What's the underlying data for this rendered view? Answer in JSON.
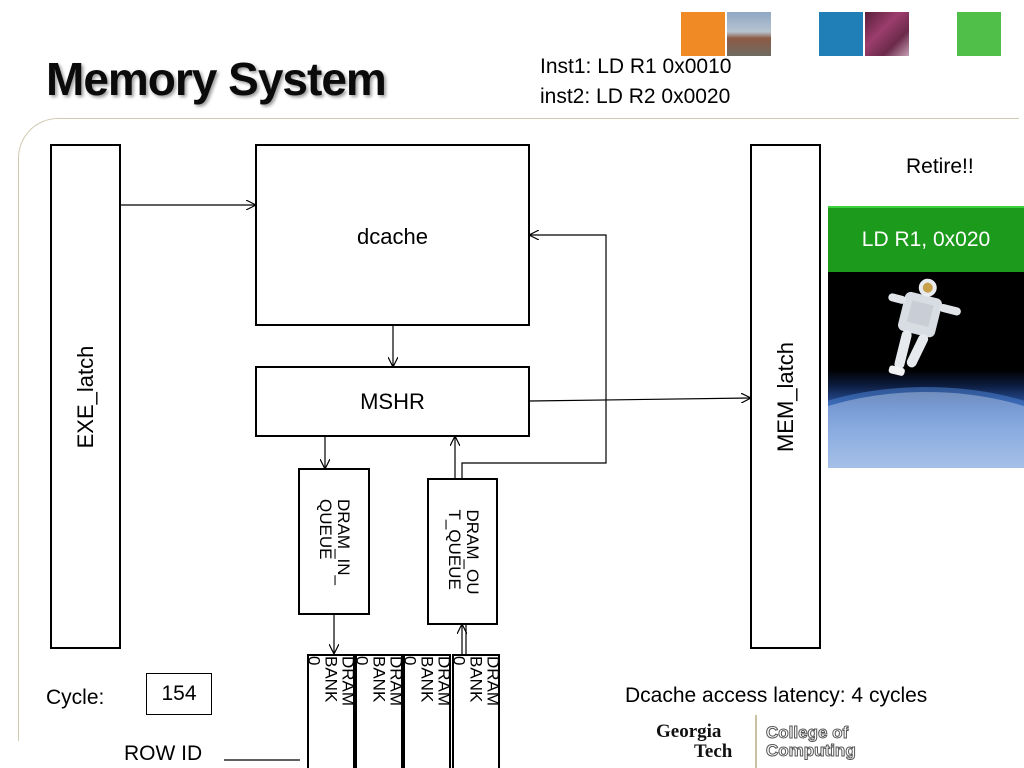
{
  "title": "Memory System",
  "instructions": [
    "Inst1: LD R1 0x0010",
    "inst2: LD R2 0x0020"
  ],
  "blocks": {
    "exe_latch": "EXE_latch",
    "dcache": "dcache",
    "mshr": "MSHR",
    "mem_latch": "MEM_latch",
    "dram_in_queue": [
      "DRAM_IN_",
      "QUEUE"
    ],
    "dram_out_queue": [
      "DRAM_OU",
      "T_QUEUE"
    ],
    "banks": [
      {
        "lines": [
          "DRAM",
          "BANK",
          "0"
        ]
      },
      {
        "lines": [
          "DRAM",
          "BANK",
          "0"
        ]
      },
      {
        "lines": [
          "DRAM",
          "BANK",
          "0"
        ]
      },
      {
        "lines": [
          "DRAM",
          "BANK",
          "0"
        ]
      }
    ]
  },
  "retire_label": "Retire!!",
  "retire_instruction": "LD R1, 0x020",
  "cycle_label": "Cycle:",
  "cycle_value": "154",
  "row_id_label": "ROW ID",
  "latency_note": "Dcache access latency: 4 cycles",
  "logo": {
    "line1": "Georgia",
    "line2": "Tech",
    "college1": "College of",
    "college2": "Computing"
  },
  "colors": {
    "retire_green": "#1b9a1b",
    "sq_orange": "#f08a24",
    "sq_blue": "#1f7fb6",
    "sq_green": "#4fbf4a"
  }
}
